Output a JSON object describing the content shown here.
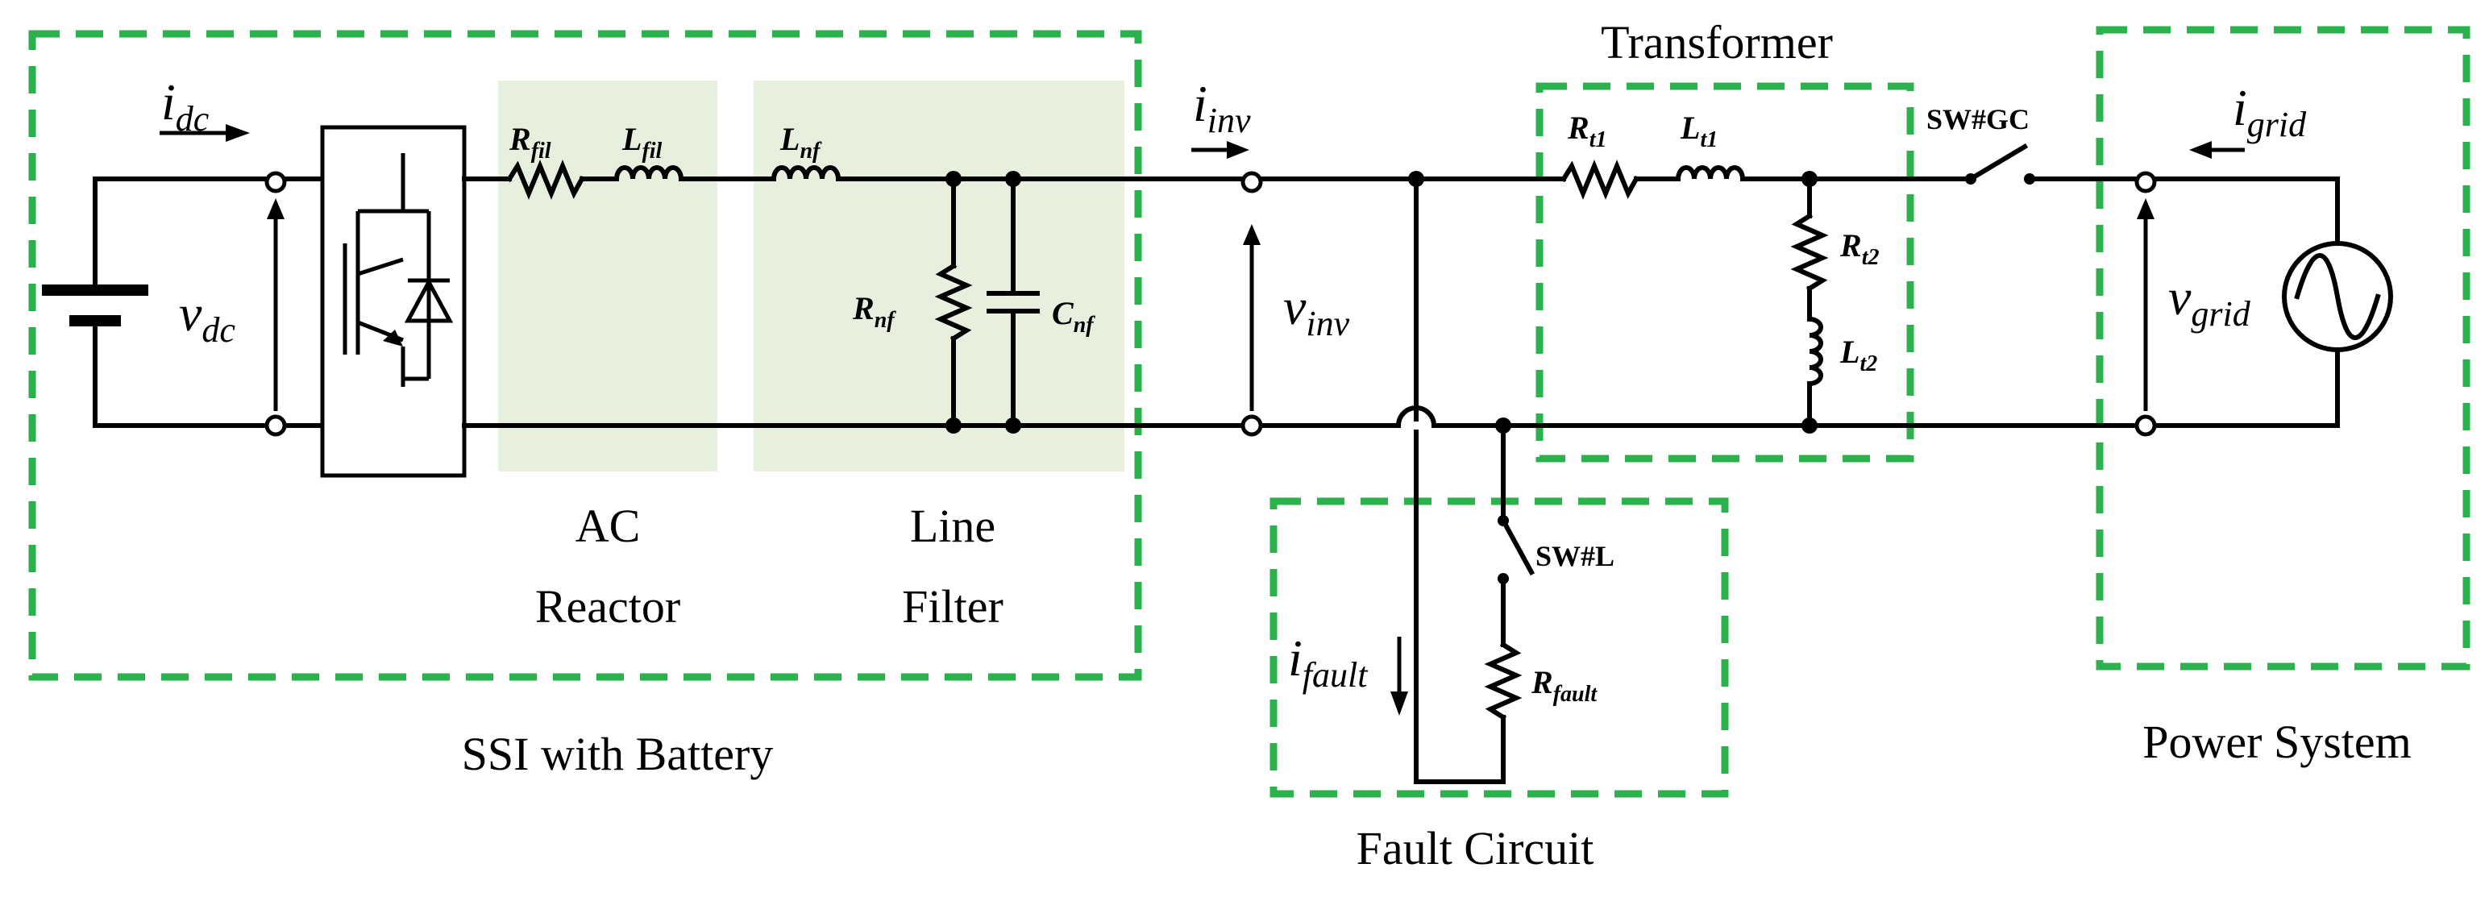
{
  "blocks": {
    "ssi_battery": "SSI with Battery",
    "ac_reactor_line1": "AC",
    "ac_reactor_line2": "Reactor",
    "line_filter_line1": "Line",
    "line_filter_line2": "Filter",
    "transformer": "Transformer",
    "fault_circuit": "Fault Circuit",
    "power_system": "Power System"
  },
  "switches": {
    "grid_connect": "SW#GC",
    "load_fault": "SW#L"
  },
  "components": {
    "R_fil": {
      "base": "R",
      "sub": "fil"
    },
    "L_fil": {
      "base": "L",
      "sub": "fil"
    },
    "L_nf": {
      "base": "L",
      "sub": "nf"
    },
    "R_nf": {
      "base": "R",
      "sub": "nf"
    },
    "C_nf": {
      "base": "C",
      "sub": "nf"
    },
    "R_t1": {
      "base": "R",
      "sub": "t1"
    },
    "L_t1": {
      "base": "L",
      "sub": "t1"
    },
    "R_t2": {
      "base": "R",
      "sub": "t2"
    },
    "L_t2": {
      "base": "L",
      "sub": "t2"
    },
    "R_fault": {
      "base": "R",
      "sub": "fault"
    }
  },
  "signals": {
    "i_dc": {
      "base": "i",
      "sub": "dc"
    },
    "v_dc": {
      "base": "v",
      "sub": "dc"
    },
    "i_inv": {
      "base": "i",
      "sub": "inv"
    },
    "v_inv": {
      "base": "v",
      "sub": "inv"
    },
    "i_grid": {
      "base": "i",
      "sub": "grid"
    },
    "v_grid": {
      "base": "v",
      "sub": "grid"
    },
    "i_fault": {
      "base": "i",
      "sub": "fault"
    }
  },
  "colors": {
    "dashed_box": "#2bb24c",
    "shaded_region": "#e6f0dd",
    "wire": "#000000"
  },
  "icons": [
    "battery-icon",
    "igbt-diode-icon",
    "ac-source-icon",
    "resistor-icon",
    "inductor-icon",
    "capacitor-icon",
    "switch-icon"
  ]
}
